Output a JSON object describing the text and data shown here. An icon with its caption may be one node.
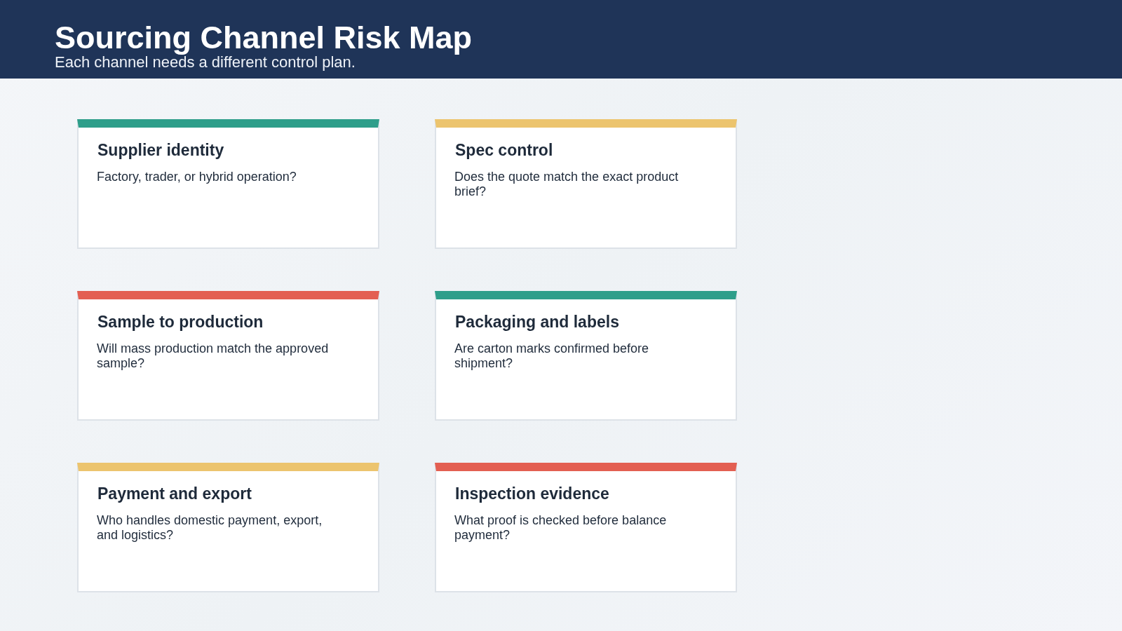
{
  "diagram": {
    "title": "Sourcing Channel Risk Map",
    "nodes": [
      {
        "text": [
          "Supplier identity",
          "Factory, trader, or hybrid operation?"
        ]
      },
      {
        "text": [
          "Spec control",
          "Does the quote match the exact product brief?"
        ]
      },
      {
        "text": [
          "Sample to production",
          "Will mass production match the approved sample?"
        ]
      },
      {
        "text": [
          "Packaging and labels",
          "Are carton marks confirmed before shipment?"
        ]
      },
      {
        "text": [
          "Payment and export",
          "Who handles domestic payment, export, and logistics?"
        ]
      },
      {
        "text": [
          "Inspection evidence",
          "What proof is checked before balance payment?"
        ]
      }
    ],
    "edges": [],
    "labels": [
      "Each channel needs a different control plan."
    ]
  }
}
